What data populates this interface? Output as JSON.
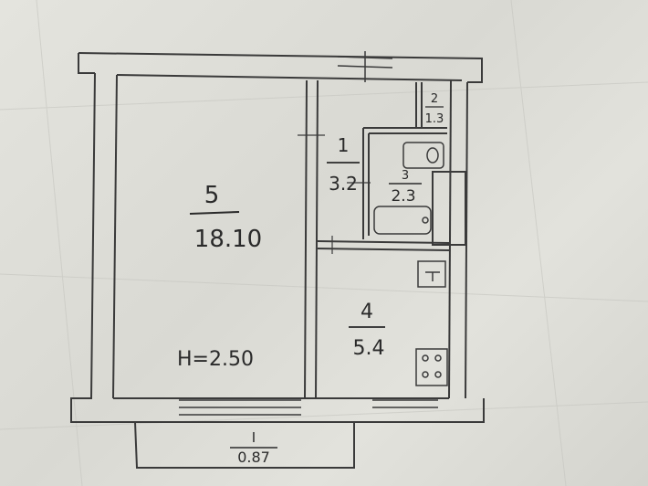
{
  "plan": {
    "rooms": [
      {
        "number": "5",
        "area": "18.10"
      },
      {
        "number": "1",
        "area": "3.2"
      },
      {
        "number": "2",
        "area": "1.3"
      },
      {
        "number": "3",
        "area": "2.3"
      },
      {
        "number": "4",
        "area": "5.4"
      },
      {
        "number": "I",
        "area": "0.87"
      }
    ],
    "ceiling_height": "H=2.50"
  }
}
